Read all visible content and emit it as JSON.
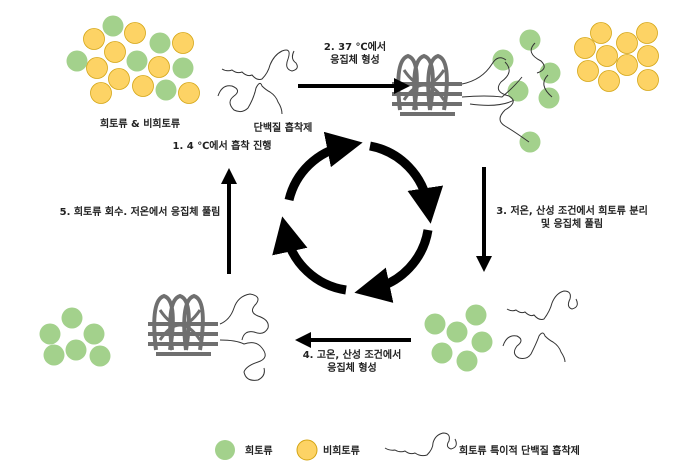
{
  "colors": {
    "rare_earth": "#a3d18c",
    "non_rare_earth": "#fdd365",
    "non_rare_earth_stroke": "#d4a514",
    "aggregate": "#6f6f6f",
    "arrow": "#000000"
  },
  "labels": {
    "mixture": "희토류 & 비희토류",
    "adsorbent": "단백질 흡착제",
    "step1": "1. 4 ℃에서 흡착 진행",
    "step2_line1": "2. 37 ℃에서",
    "step2_line2": "응집체 형성",
    "step3_line1": "3. 저온, 산성 조건에서 희토류 분리",
    "step3_line2": "및 응집체 풀림",
    "step4_line1": "4. 고온, 산성 조건에서",
    "step4_line2": "응집체 형성",
    "step5": "5. 희토류 회수. 저온에서 응집체 풀림"
  },
  "legend": {
    "rare_earth": "희토류",
    "non_rare_earth": "비희토류",
    "adsorbent": "희토류 특이적 단백질 흡착제"
  }
}
